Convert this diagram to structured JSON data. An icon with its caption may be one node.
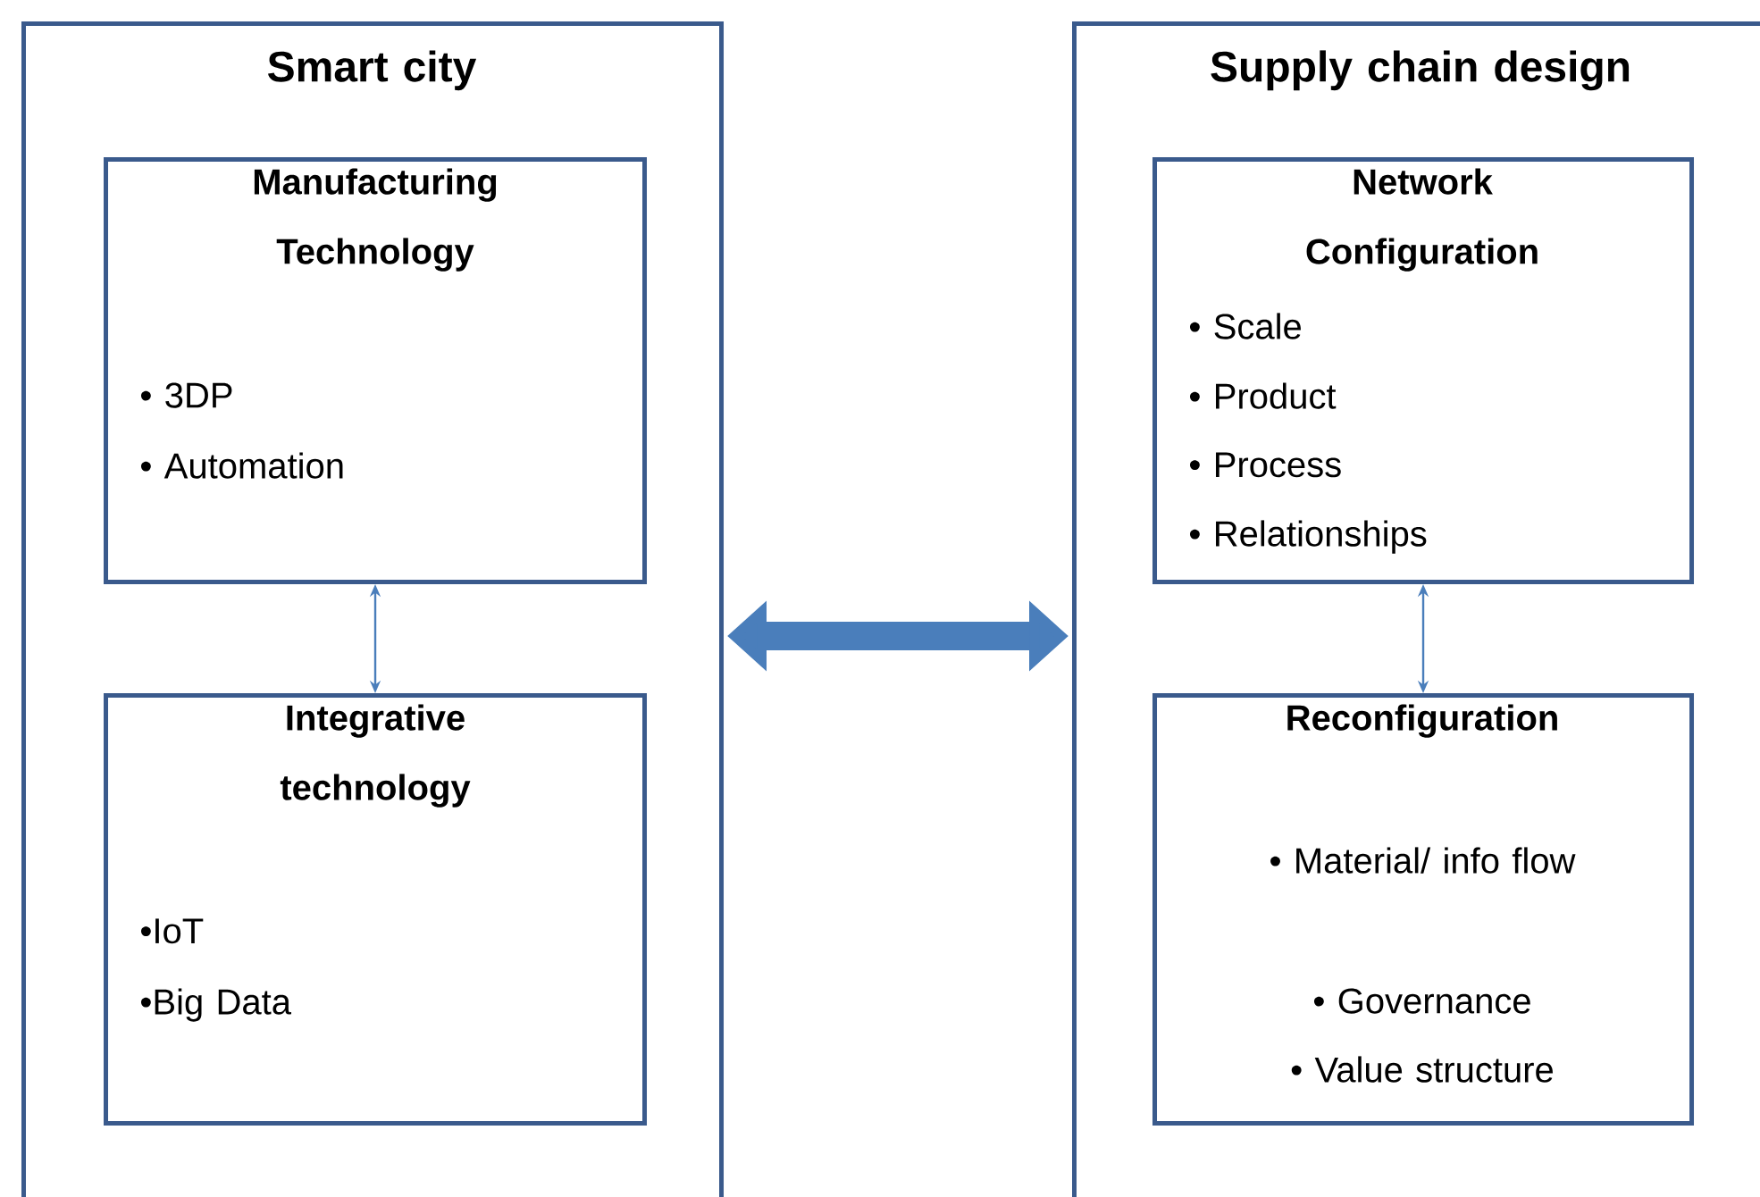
{
  "diagram": {
    "nodes": [
      {
        "text": [
          "Smart city"
        ]
      },
      {
        "text": [
          "Manufacturing Technology",
          "• 3DP",
          "• Automation"
        ],
        "in": 0
      },
      {
        "text": [
          "Integrative technology",
          "•IoT",
          "•Big Data"
        ],
        "in": 0
      },
      {
        "text": [
          "Supply chain design"
        ]
      },
      {
        "text": [
          "Network Configuration",
          "• Scale",
          "• Product",
          "• Process",
          "• Relationships"
        ],
        "in": 3
      },
      {
        "text": [
          "Reconfiguration",
          "• Material/ info flow",
          "• Governance",
          "• Value structure"
        ],
        "in": 3
      }
    ],
    "edges": [
      {
        "from": 1,
        "to": 2,
        "arrow": "both"
      },
      {
        "from": 0,
        "to": 3,
        "arrow": "both",
        "style": "thick"
      },
      {
        "from": 4,
        "to": 5,
        "arrow": "both"
      }
    ]
  }
}
